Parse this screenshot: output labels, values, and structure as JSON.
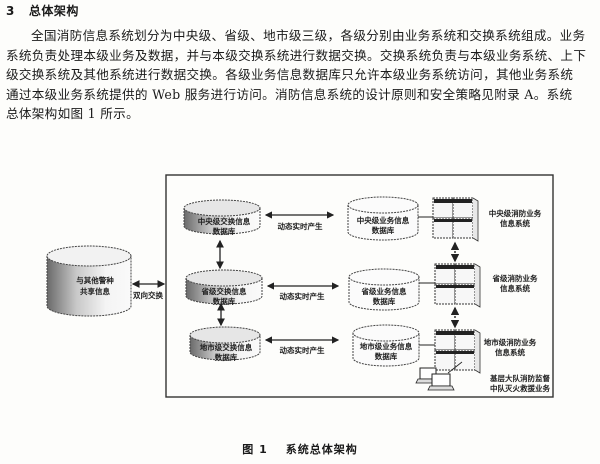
{
  "section": {
    "number": "3",
    "title": "总体架构"
  },
  "paragraph": {
    "lines": [
      "全国消防信息系统划分为中央级、省级、地市级三级，各级分别由业务系统和交换系统组成。业务",
      "系统负责处理本级业务及数据，并与本级交换系统进行数据交换。交换系统负责与本级业务系统、上下",
      "级交换系统及其他系统进行数据交换。各级业务信息数据库只允许本级业务系统访问，其他业务系统",
      "通过本级业务系统提供的 Web 服务进行访问。消防信息系统的设计原则和安全策略见附录 A。系统",
      "总体架构如图 1 所示。"
    ]
  },
  "diagram": {
    "external_db": {
      "line1": "与其他警种",
      "line2": "共享信息"
    },
    "external_link_label": "双向交换",
    "exchange_dbs": [
      {
        "line1": "中央级交换信息",
        "line2": "数据库"
      },
      {
        "line1": "省级交换信息",
        "line2": "数据库"
      },
      {
        "line1": "地市级交换信息",
        "line2": "数据库"
      }
    ],
    "sync_label": "动态实时产生",
    "business_dbs": [
      {
        "line1": "中央级业务信息",
        "line2": "数据库"
      },
      {
        "line1": "省级业务信息",
        "line2": "数据库"
      },
      {
        "line1": "地市级业务信息",
        "line2": "数据库"
      }
    ],
    "systems": [
      {
        "line1": "中央级消防业务",
        "line2": "信息系统"
      },
      {
        "line1": "省级消防业务",
        "line2": "信息系统"
      },
      {
        "line1": "地市级消防业务",
        "line2": "信息系统"
      }
    ],
    "grassroots": {
      "line1": "基层大队消防监督",
      "line2": "中队灭火救援业务"
    }
  },
  "caption": {
    "figure": "图 1",
    "title": "系统总体架构"
  }
}
